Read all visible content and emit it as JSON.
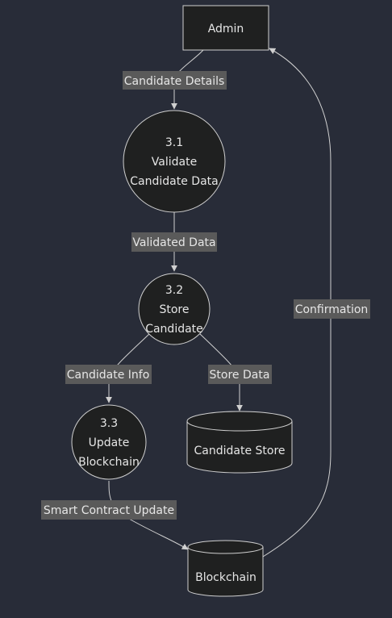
{
  "diagram": {
    "nodes": {
      "admin": {
        "label": "Admin"
      },
      "validate": {
        "lines": [
          "3.1",
          "Validate",
          "Candidate Data"
        ]
      },
      "store": {
        "lines": [
          "3.2",
          "Store",
          "Candidate"
        ]
      },
      "update": {
        "lines": [
          "3.3",
          "Update",
          "Blockchain"
        ]
      },
      "candidate_store": {
        "label": "Candidate Store"
      },
      "blockchain": {
        "label": "Blockchain"
      }
    },
    "edges": {
      "admin_to_validate": {
        "label": "Candidate Details"
      },
      "validate_to_store": {
        "label": "Validated Data"
      },
      "store_to_update": {
        "label": "Candidate Info"
      },
      "store_to_candidate_store": {
        "label": "Store Data"
      },
      "update_to_blockchain": {
        "label": "Smart Contract Update"
      },
      "blockchain_to_admin": {
        "label": "Confirmation"
      }
    },
    "colors": {
      "background": "#282c38",
      "node_fill": "#1f2020",
      "stroke": "#d0d0d0",
      "text": "#e6e6e6",
      "edge_label_bg": "#5a5a5a"
    }
  }
}
